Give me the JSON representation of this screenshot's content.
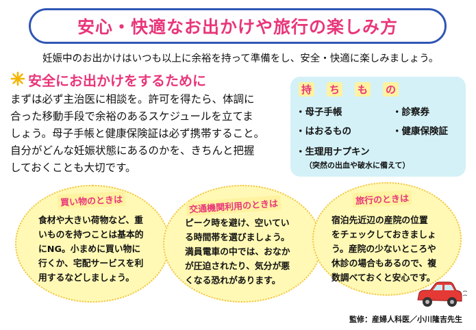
{
  "title": "安心・快適なお出かけや旅行の楽しみ方",
  "intro": "妊娠中のお出かけはいつも以上に余裕を持って準備をし、安全・快適に楽しみましょう。",
  "safety": {
    "heading": "安全にお出かけをするために",
    "lines": [
      "まずは必ず主治医に相談を。許可を得たら、体調に",
      "合った移動手段で余裕のあるスケジュールを立てま",
      "しょう。母子手帳と健康保険証は必ず携帯すること。",
      "自分がどんな妊娠状態にあるのかを、きちんと把握",
      "しておくことも大切です。"
    ]
  },
  "belongings": {
    "title_chars": [
      "持",
      "ち",
      "も",
      "の"
    ],
    "items": [
      "・母子手帳",
      "・診察券",
      "・はおるもの",
      "・健康保険証",
      "・生理用ナプキン"
    ],
    "note": "（突然の出血や破水に備えて）"
  },
  "cards": [
    {
      "title": "買い物のときは",
      "lines": [
        "食材や大きい荷物など、重",
        "いものを持つことは基本的",
        "にNG。小まめに買い物に",
        "行くか、宅配サービスを利",
        "用するなどしましょう。"
      ]
    },
    {
      "title": "交通機関利用のときは",
      "lines": [
        "ピーク時を避け、空いてい",
        "る時間帯を選びましょう。",
        "満員電車の中では、おなか",
        "が圧迫されたり、気分が悪",
        "くなる恐れがあります。"
      ]
    },
    {
      "title": "旅行のときは",
      "lines": [
        "宿泊先近辺の産院の位置",
        "をチェックしておきましょ",
        "う。産院の少ないところや",
        "休診の場合もあるので、複",
        "数調べておくと安心です。"
      ]
    }
  ],
  "credit": "監修：産婦人科医／小川隆吉先生",
  "colors": {
    "accent": "#e8367a",
    "border": "#2f55b4",
    "oval": "#fff9b5",
    "box": "#d4f1f7"
  },
  "icons": {
    "sparkle": "sparkle-icon",
    "car": "car-icon"
  }
}
